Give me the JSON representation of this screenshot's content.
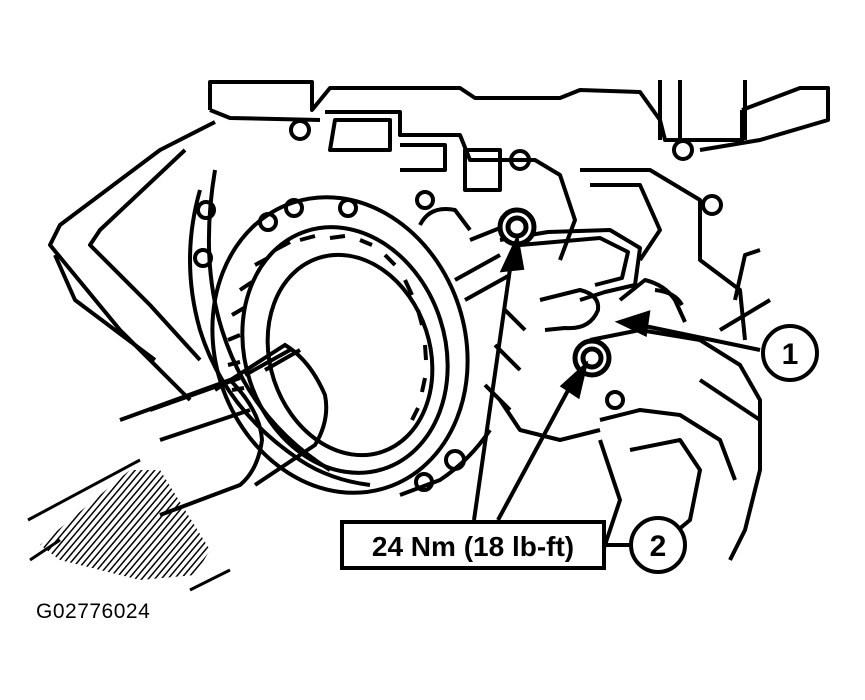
{
  "figure": {
    "id_code": "G02776024",
    "torque_label": "24 Nm (18 lb-ft)",
    "callouts": [
      {
        "number": "1"
      },
      {
        "number": "2"
      }
    ]
  }
}
